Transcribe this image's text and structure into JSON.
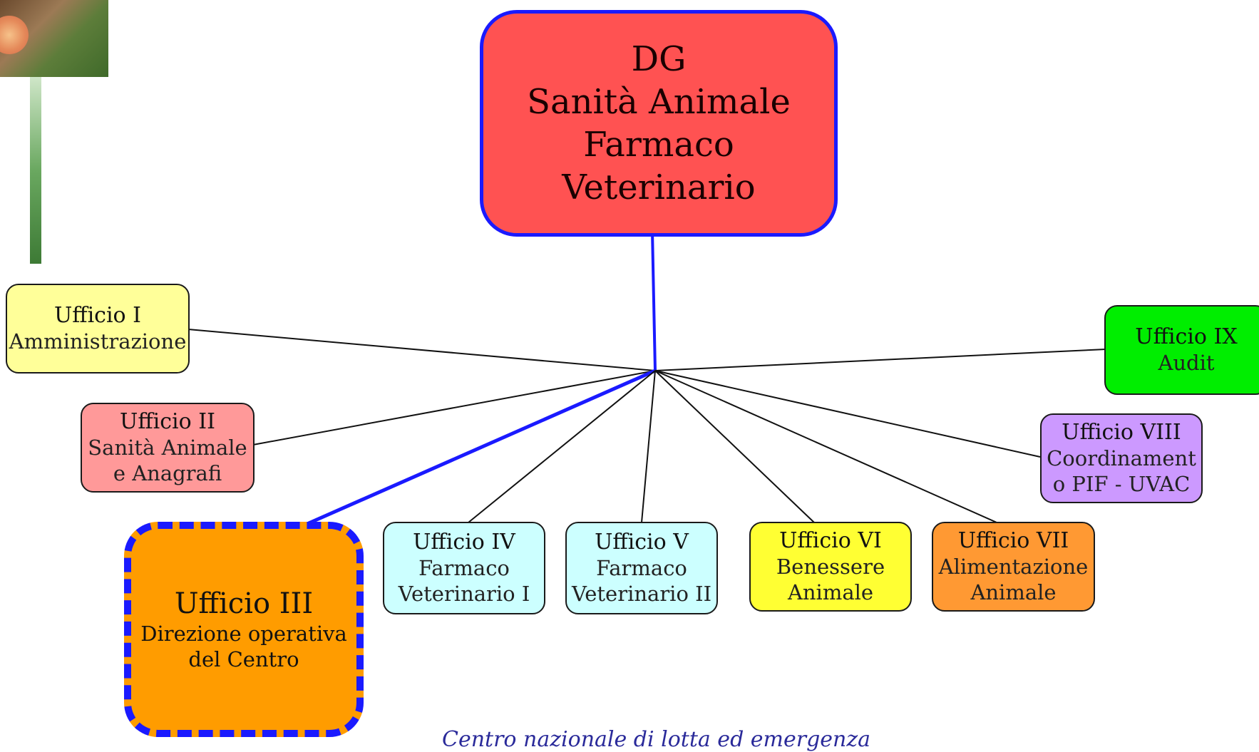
{
  "dg": {
    "line1": "DG",
    "line2": "Sanità Animale",
    "line3": "Farmaco Veterinario",
    "color": "#ff5252",
    "border_color": "#1a1aff"
  },
  "offices": [
    {
      "title": "Ufficio I",
      "lines": [
        "Amministrazione"
      ],
      "color": "#ffff99"
    },
    {
      "title": "Ufficio II",
      "lines": [
        "Sanità Animale",
        "e Anagrafi"
      ],
      "color": "#ff9999"
    },
    {
      "title": "Ufficio III",
      "lines": [
        "Direzione operativa",
        "del Centro"
      ],
      "color": "#ff9c00",
      "highlighted": true
    },
    {
      "title": "Ufficio IV",
      "lines": [
        "Farmaco",
        "Veterinario I"
      ],
      "color": "#ccffff"
    },
    {
      "title": "Ufficio V",
      "lines": [
        "Farmaco",
        "Veterinario II"
      ],
      "color": "#ccffff"
    },
    {
      "title": "Ufficio VI",
      "lines": [
        "Benessere",
        "Animale"
      ],
      "color": "#ffff33"
    },
    {
      "title": "Ufficio VII",
      "lines": [
        "Alimentazione",
        "Animale"
      ],
      "color": "#ff9933"
    },
    {
      "title": "Ufficio VIII",
      "lines": [
        "Coordinament",
        "o PIF - UVAC"
      ],
      "color": "#cc99ff"
    },
    {
      "title": "Ufficio IX",
      "lines": [
        "Audit"
      ],
      "color": "#00ee00"
    }
  ],
  "footer_text": "Centro nazionale di lotta ed emergenza"
}
